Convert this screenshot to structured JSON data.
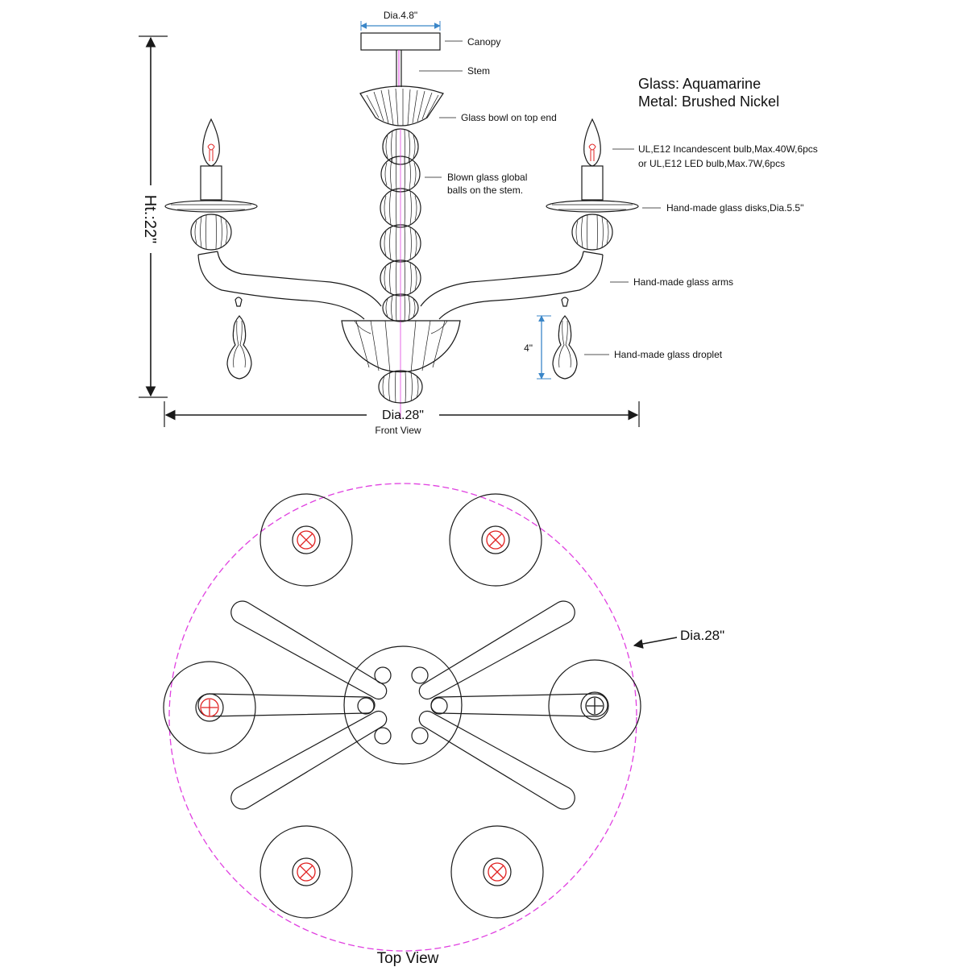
{
  "front_view": {
    "canopy_dia": "Dia.4.8\"",
    "labels": {
      "canopy": "Canopy",
      "stem": "Stem",
      "bowl": "Glass bowl on top end",
      "balls_line1": "Blown glass global",
      "balls_line2": "balls on the stem.",
      "bulb_line1": "UL,E12 Incandescent bulb,Max.40W,6pcs",
      "bulb_line2": "or UL,E12 LED bulb,Max.7W,6pcs",
      "disks": "Hand-made glass disks,Dia.5.5\"",
      "arms": "Hand-made glass arms",
      "droplet": "Hand-made glass droplet"
    },
    "spec_glass": "Glass: Aquamarine",
    "spec_metal": "Metal: Brushed Nickel",
    "height": "Ht.:22\"",
    "droplet_height": "4\"",
    "width": "Dia.28\"",
    "caption": "Front View"
  },
  "top_view": {
    "diameter": "Dia.28\"",
    "caption": "Top View"
  },
  "colors": {
    "ink": "#1a1a1a",
    "dimension_blue": "#3a86c8",
    "outline_magenta": "#e040e0",
    "bulb_red": "#e02020"
  }
}
